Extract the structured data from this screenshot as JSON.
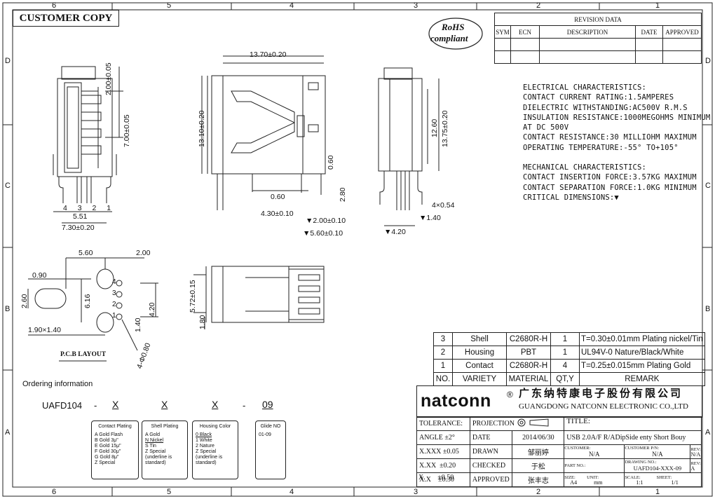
{
  "frame": {
    "zones_top": [
      "6",
      "5",
      "4",
      "3",
      "2",
      "1"
    ],
    "zones_bottom": [
      "6",
      "5",
      "4",
      "3",
      "2",
      "1"
    ],
    "zones_side": [
      "D",
      "C",
      "B",
      "A"
    ]
  },
  "header": {
    "customer_copy": "CUSTOMER COPY",
    "rohs_line1": "RoHS",
    "rohs_line2": "compliant"
  },
  "revision": {
    "title": "REVISION DATA",
    "columns": [
      "SYM",
      "ECN",
      "DESCRIPTION",
      "DATE",
      "APPROVED"
    ]
  },
  "electrical": {
    "heading": "ELECTRICAL CHARACTERISTICS:",
    "lines": [
      "CONTACT CURRENT RATING:1.5AMPERES",
      "DIELECTRIC WITHSTANDING:AC500V R.M.S",
      "INSULATION RESISTANCE:1000MEGOHMS MINIMUM",
      "AT DC 500V",
      "CONTACT RESISTANCE:30 MILLIOHM MAXIMUM",
      "OPERATING TEMPERATURE:-55° TO+105°"
    ]
  },
  "mechanical": {
    "heading": "MECHANICAL CHARACTERISTICS:",
    "lines": [
      "CONTACT INSERTION FORCE:3.57KG MAXIMUM",
      "CONTACT SEPARATION FORCE:1.0KG MINIMUM",
      "CRITICAL DIMENSIONS:▼"
    ]
  },
  "dims": {
    "front_a": "2.00±0.05",
    "front_b": "7.00±0.05",
    "front_c": "5.51",
    "front_d": "7.30±0.20",
    "pins": "4 3 2 1",
    "top_width": "13.70±0.20",
    "side_h": "13.10±0.20",
    "d060": "0.60",
    "d060v": "0.60",
    "d280": "2.80",
    "d430": "4.30±0.10",
    "d200": "▼2.00±0.10",
    "d560": "▼5.60±0.10",
    "r1260": "12.60",
    "r1375": "13.75±0.20",
    "r454": "4×0.54",
    "r140": "▼1.40",
    "r420": "▼4.20",
    "p560": "5.60",
    "p200": "2.00",
    "p090": "0.90",
    "p260": "2.60",
    "p616": "6.16",
    "p420": "4.20",
    "p140": "1.40",
    "p190": "1.90×1.40",
    "p080": "4-Φ0.80",
    "pcb_title": "P.C.B LAYOUT",
    "pin4": "4",
    "pin3": "3",
    "pin2": "2",
    "pin1": "1",
    "b572": "5.72±0.15",
    "b180": "1.80"
  },
  "bom": {
    "rows": [
      {
        "no": "3",
        "variety": "Shell",
        "material": "C2680R-H",
        "qty": "1",
        "remark": "T=0.30±0.01mm Plating nickel/Tin"
      },
      {
        "no": "2",
        "variety": "Housing",
        "material": "PBT",
        "qty": "1",
        "remark": "UL94V-0 Nature/Black/White"
      },
      {
        "no": "1",
        "variety": "Contact",
        "material": "C2680R-H",
        "qty": "4",
        "remark": "T=0.25±0.015mm Plating Gold"
      }
    ],
    "header": {
      "no": "NO.",
      "variety": "VARIETY",
      "material": "MATERIAL",
      "qty": "QT,Y",
      "remark": "REMARK"
    }
  },
  "ordering": {
    "label": "Ordering  information",
    "code": "UAFD104",
    "sep1": "-",
    "x1": "X",
    "x2": "X",
    "x3": "X",
    "sep2": "-",
    "tail": "09",
    "contact_plating": {
      "title": "Contact Plating",
      "rows": [
        "A    Gold Flash",
        "B    Gold 3μ\"",
        "E    Gold 15μ\"",
        "F    Gold 30μ\"",
        "G    Gold 8μ\"",
        "Z    Special"
      ]
    },
    "shell_plating": {
      "title": "Shell Plating",
      "rows": [
        "A    Gold",
        "N    Nickel",
        "S    Tin",
        "Z    Special",
        "(underline is",
        "standard)"
      ]
    },
    "housing_color": {
      "title": "Housing Color",
      "rows": [
        "0    Black",
        "1    White",
        "2    Nature",
        "Z    Special",
        "(underline is",
        "standard)"
      ]
    },
    "glide": {
      "title": "Glide NO",
      "rows": [
        "01-09"
      ]
    }
  },
  "company": {
    "logo": "natconn",
    "reg": "®",
    "cn_name": "广东纳特康电子股份有限公司",
    "en_name": "GUANGDONG NATCONN ELECTRONIC CO.,LTD"
  },
  "titleblock": {
    "tolerance": "TOLERANCE:",
    "projection": "PROJECTION",
    "title_label": "TITLE:",
    "title_value": "USB 2.0A/F R/ADipSide enty Short Bouy",
    "angle": "ANGLE ±2°",
    "xxxx": "X.XXX",
    "xxxx_v": "±0.05",
    "xxx": "X.XX",
    "xxx_v": "±0.20",
    "xx": "X.X",
    "xx_v": "±0.30",
    "x": "X.",
    "x_v": "±0.50",
    "date_label": "DATE",
    "date_value": "2014/06/30",
    "drawn_label": "DRAWN",
    "drawn_value": "邹丽婷",
    "checked_label": "CHECKED",
    "checked_value": "于松",
    "approved_label": "APPROVED",
    "approved_value": "张丰志",
    "customer_label": "CUSTOMER:",
    "customer_value": "N/A",
    "cpn_label": "CUSTOMER P/N:",
    "cpn_value": "N/A",
    "rev_label": "REV:",
    "rev_value1": "N/A",
    "partno_label": "PART NO.:",
    "partno_value": "",
    "drawing_label": "DRAWING NO.:",
    "drawing_value": "UAFD104-XXX-09",
    "rev_value2": "A",
    "size_label": "SIZE:",
    "size_value": "A4",
    "unit_label": "UNIT:",
    "unit_value": "mm",
    "scale_label": "SCALE:",
    "scale_value": "1:1",
    "sheet_label": "SHEET:",
    "sheet_value": "1/1"
  }
}
